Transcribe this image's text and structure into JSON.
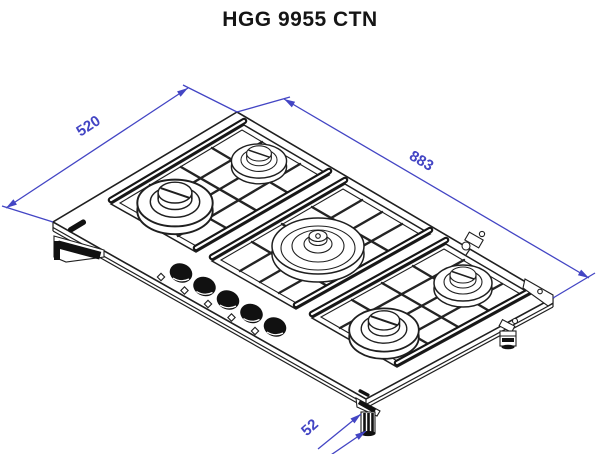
{
  "page": {
    "title": "HGG 9955 CTN"
  },
  "drawing": {
    "subject": "5-burner gas hob, isometric technical drawing",
    "dimensions": {
      "width": "883",
      "depth": "520",
      "height": "52"
    },
    "counts": {
      "burners": 5,
      "control_knobs": 5
    },
    "colors": {
      "line": "#1f1f1f",
      "dimension_blue": "#4345c4",
      "background": "#ffffff"
    }
  }
}
